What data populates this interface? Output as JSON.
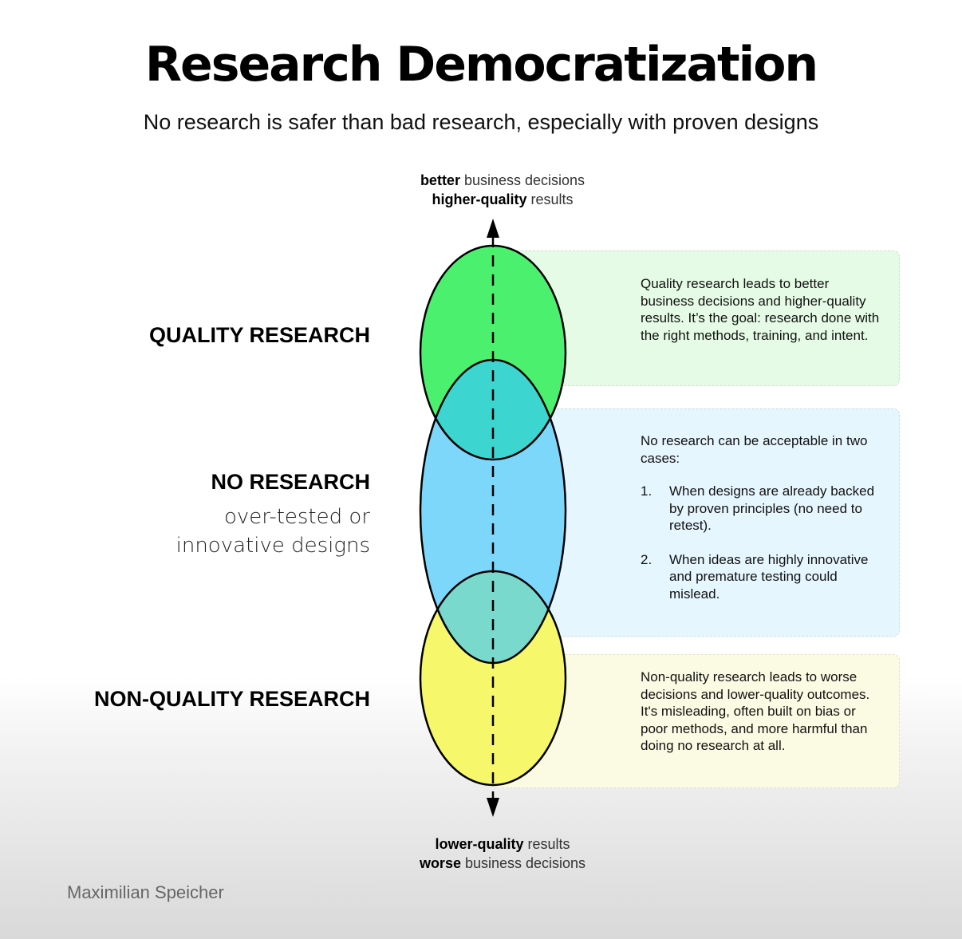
{
  "title": "Research Democratization",
  "subtitle": "No research is safer than bad research, especially with proven designs",
  "axis": {
    "top_line1_bold": "better",
    "top_line1_rest": " business decisions",
    "top_line2_bold": "higher-quality",
    "top_line2_rest": " results",
    "bottom_line1_bold": "lower-quality",
    "bottom_line1_rest": " results",
    "bottom_line2_bold": "worse",
    "bottom_line2_rest": " business decisions"
  },
  "rows": {
    "quality": {
      "label": "QUALITY RESEARCH",
      "description": "Quality research leads to better business decisions and higher-quality results. It’s the goal: research done with the right methods, training, and intent."
    },
    "none": {
      "label": "NO RESEARCH",
      "sub_line1": "over-tested or",
      "sub_line2": "innovative designs",
      "intro": "No research can be acceptable in two cases:",
      "items": [
        {
          "num": "1.",
          "text": "When designs are already backed by proven principles (no need to retest)."
        },
        {
          "num": "2.",
          "text": "When ideas are highly innovative and premature testing could mislead."
        }
      ]
    },
    "bad": {
      "label": "NON-QUALITY RESEARCH",
      "description": "Non-quality research leads to worse decisions and lower-quality outcomes. It's misleading, often built on bias or poor methods, and more harmful than doing no research at all."
    }
  },
  "author": "Maximilian Speicher",
  "colors": {
    "quality": "#4cf06f",
    "none": "#7dd7fb",
    "bad": "#f6f76a",
    "overlap_top": "#3dd5cf",
    "overlap_bottom": "#79d9cc"
  }
}
